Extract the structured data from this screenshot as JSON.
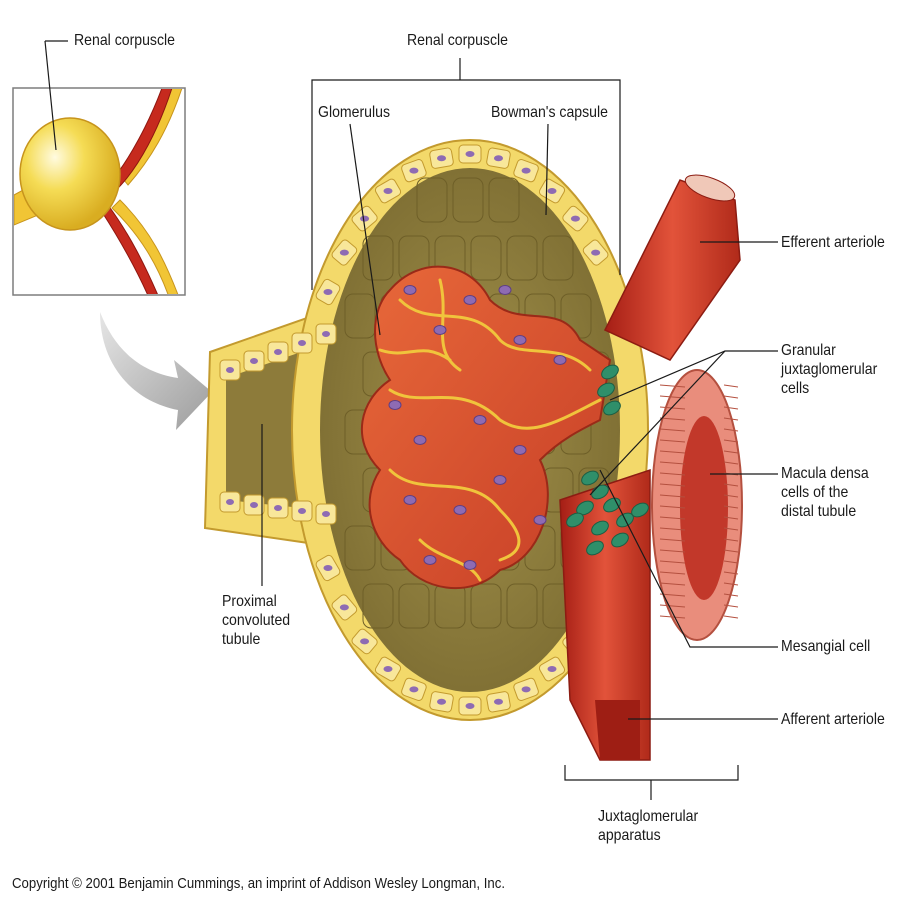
{
  "labels": {
    "inset_renal_corpuscle": "Renal corpuscle",
    "renal_corpuscle": "Renal corpuscle",
    "glomerulus": "Glomerulus",
    "bowmans_capsule": "Bowman's capsule",
    "efferent_arteriole": "Efferent arteriole",
    "granular_1": "Granular",
    "granular_2": "juxtaglomerular",
    "granular_3": "cells",
    "macula_1": "Macula densa",
    "macula_2": "cells of the",
    "macula_3": "distal tubule",
    "mesangial_cell": "Mesangial cell",
    "afferent_arteriole": "Afferent arteriole",
    "proximal_1": "Proximal",
    "proximal_2": "convoluted",
    "proximal_3": "tubule",
    "jga_1": "Juxtaglomerular",
    "jga_2": "apparatus"
  },
  "copyright": "Copyright © 2001 Benjamin Cummings, an imprint of Addison Wesley Longman, Inc.",
  "colors": {
    "capsule_yellow": "#f2d55e",
    "capsule_edge": "#c9a23a",
    "space_olive": "#8a7a3c",
    "glomerulus_red": "#d8502e",
    "glomerulus_yellow": "#f0c43c",
    "nucleus_purple": "#8e6bb3",
    "arteriole_red": "#d2402a",
    "granular_green": "#2f8f6a",
    "tubule_pink": "#e58a7a",
    "arrow_gray": "#b9b9b9"
  }
}
